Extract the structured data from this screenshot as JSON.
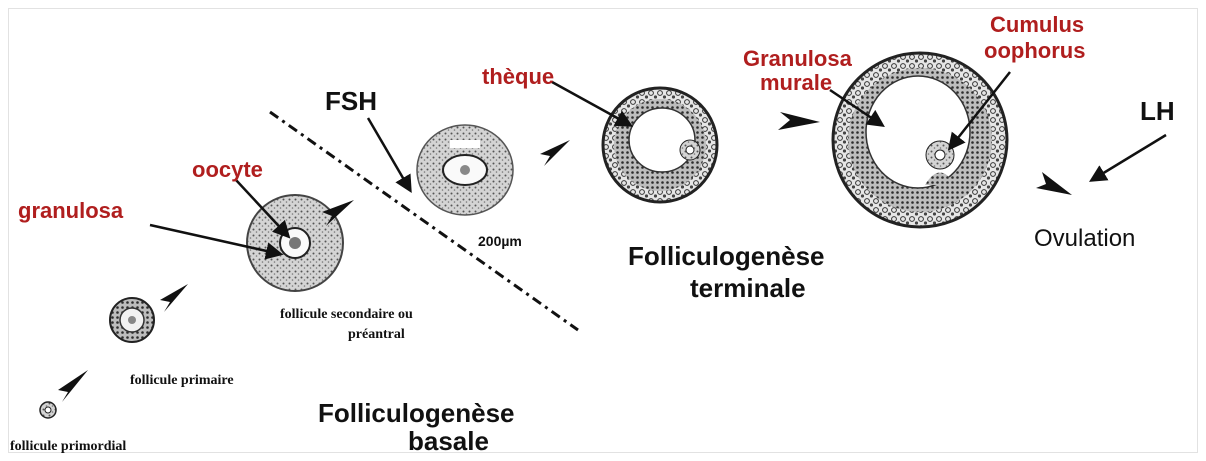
{
  "labels": {
    "granulosa": "granulosa",
    "oocyte": "oocyte",
    "fsh": "FSH",
    "theque": "thèque",
    "granulosa_murale_1": "Granulosa",
    "granulosa_murale_2": "murale",
    "cumulus_1": "Cumulus",
    "cumulus_2": "oophorus",
    "lh": "LH",
    "ovulation": "Ovulation",
    "scale": "200µm"
  },
  "stages": {
    "primordial": "follicule primordial",
    "primaire": "follicule primaire",
    "secondaire_1": "follicule secondaire ou",
    "secondaire_2": "préantral"
  },
  "phases": {
    "basale_1": "Folliculogenèse",
    "basale_2": "basale",
    "terminale_1": "Folliculogenèse",
    "terminale_2": "terminale"
  },
  "colors": {
    "highlight": "#b01e1e",
    "ink": "#111111"
  }
}
